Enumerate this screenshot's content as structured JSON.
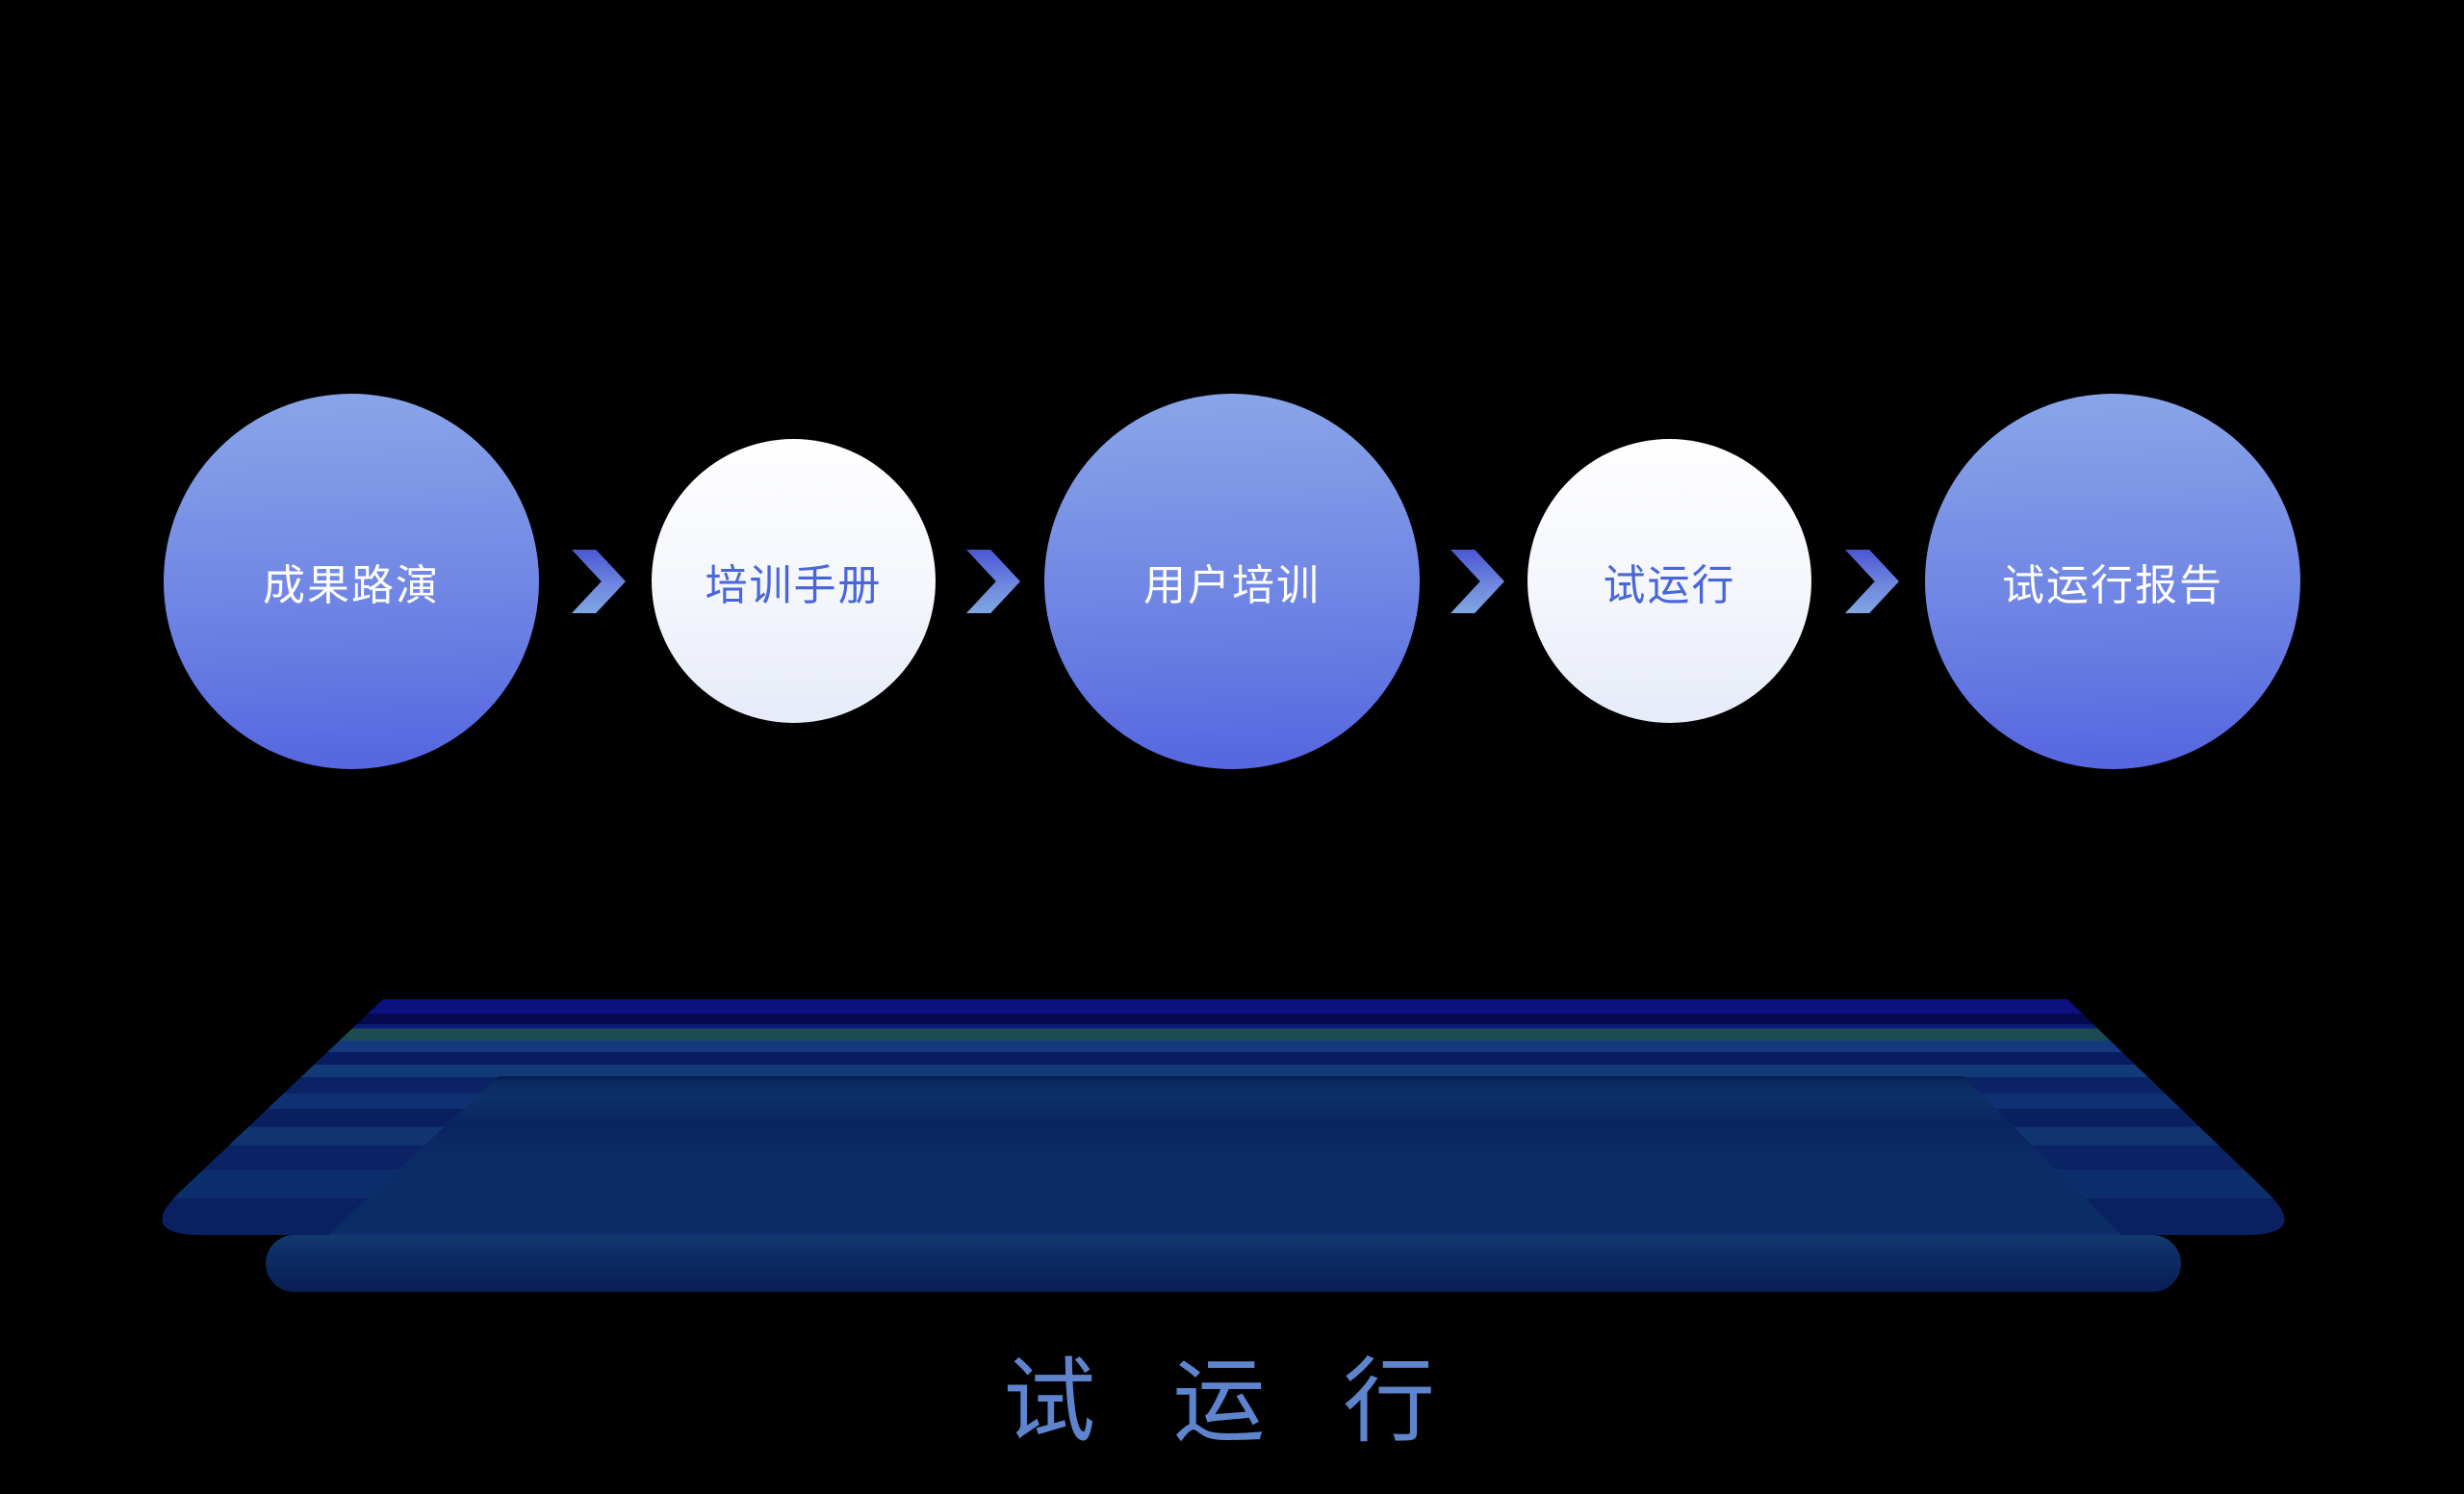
{
  "page": {
    "background_color": "#000000",
    "caption": "试 运 行"
  },
  "process_flow": {
    "steps": [
      {
        "label": "成果路演",
        "shape": "circle",
        "variant": "blue",
        "size": "large"
      },
      {
        "label": "培训手册",
        "shape": "circle",
        "variant": "white",
        "size": "small"
      },
      {
        "label": "用户培训",
        "shape": "circle",
        "variant": "blue",
        "size": "large"
      },
      {
        "label": "试运行",
        "shape": "circle",
        "variant": "white",
        "size": "small"
      },
      {
        "label": "试运行报告",
        "shape": "circle",
        "variant": "blue",
        "size": "large"
      }
    ],
    "connector_icon": "chevron-right-icon",
    "connector_count": 4
  },
  "platform": {
    "layers": [
      "back-striped-trapezoid",
      "front-striped-trapezoid",
      "bottom-pill-bar"
    ]
  },
  "colors": {
    "blue_circle_top": "#8AA6E9",
    "blue_circle_bottom": "#5565E0",
    "blue_circle_text": "#FFFFFF",
    "white_circle_top": "#FEFEFF",
    "white_circle_bottom": "#E6EBF8",
    "white_circle_text": "#4A67D8",
    "arrow_gradient_top": "#4A56D3",
    "arrow_gradient_bottom": "#7FA6E0",
    "caption_text": "#5E84CE",
    "platform_bright_navy": "#0C117F",
    "platform_dark_navy": "#05094E",
    "platform_teal_stripe": "#1D4B52",
    "platform_steel_blue": "#14387C",
    "platform_base_navy": "#0A2161"
  }
}
